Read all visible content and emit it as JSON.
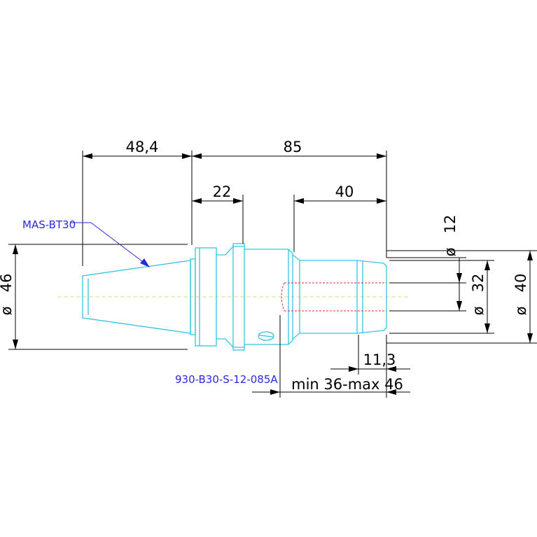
{
  "dimensions": {
    "d48_4": "48,4",
    "d85": "85",
    "d22": "22",
    "d40_len": "40",
    "d11_3": "11,3",
    "dmin_max": "min 36-max 46",
    "dia_46": "46",
    "dia_12": "12",
    "dia_32": "32",
    "dia_40": "40",
    "dia_symbol": "ø"
  },
  "labels": {
    "taper_standard": "MAS-BT30",
    "part_number": "930-B30-S-12-085A"
  },
  "colors": {
    "part_outline": "#33c6e0",
    "dimension": "#000000",
    "label": "#2a2ad8",
    "hidden_line": "#e03030",
    "centerline": "#d8d890"
  }
}
